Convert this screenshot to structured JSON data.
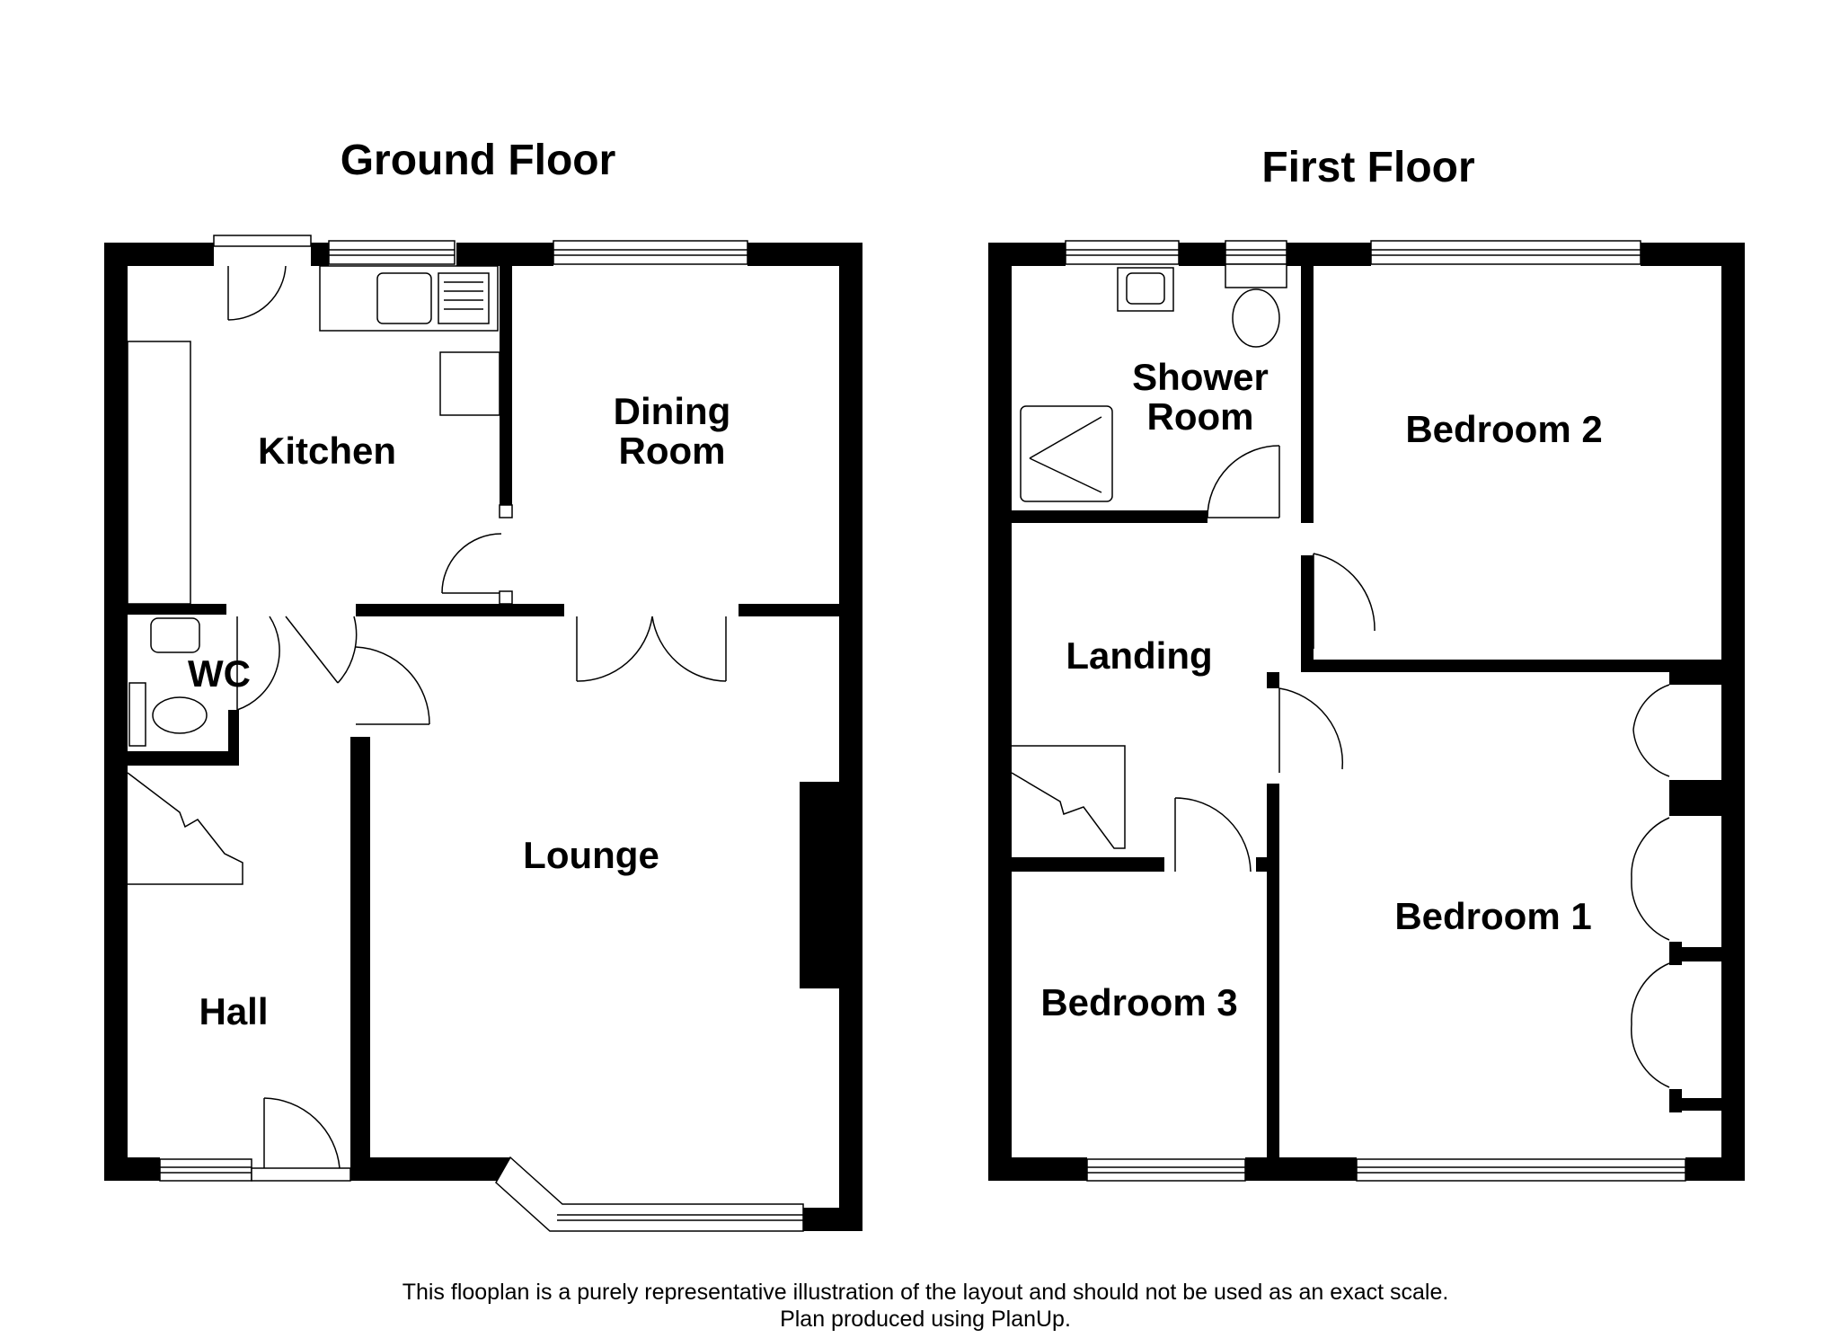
{
  "floors": {
    "ground": {
      "title": "Ground Floor",
      "rooms": {
        "kitchen": "Kitchen",
        "dining_room_line1": "Dining",
        "dining_room_line2": "Room",
        "wc": "WC",
        "lounge": "Lounge",
        "hall": "Hall"
      }
    },
    "first": {
      "title": "First Floor",
      "rooms": {
        "shower_room_line1": "Shower",
        "shower_room_line2": "Room",
        "bedroom_2": "Bedroom 2",
        "landing": "Landing",
        "bedroom_1": "Bedroom 1",
        "bedroom_3": "Bedroom 3"
      }
    }
  },
  "disclaimer": {
    "line1": "This flooplan is a purely representative illustration of the layout and should not be used as an exact scale.",
    "line2": "Plan produced using PlanUp."
  },
  "colors": {
    "wall": "#000000",
    "background": "#ffffff"
  }
}
